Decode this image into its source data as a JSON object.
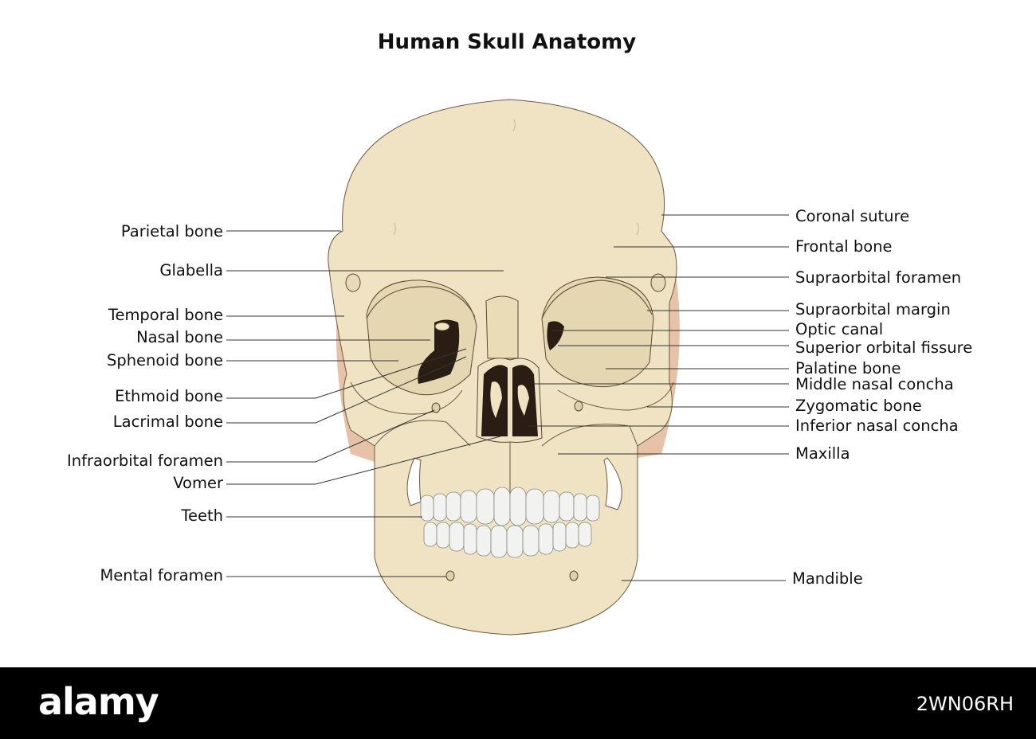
{
  "title": "Human Skull Anatomy",
  "labels_left": [
    {
      "id": "parietal-bone",
      "text": "Parietal bone"
    },
    {
      "id": "glabella",
      "text": "Glabella"
    },
    {
      "id": "temporal-bone",
      "text": "Temporal bone"
    },
    {
      "id": "nasal-bone",
      "text": "Nasal bone"
    },
    {
      "id": "sphenoid-bone",
      "text": "Sphenoid bone"
    },
    {
      "id": "ethmoid-bone",
      "text": "Ethmoid bone"
    },
    {
      "id": "lacrimal-bone",
      "text": "Lacrimal bone"
    },
    {
      "id": "infraorbital-foramen",
      "text": "Infraorbital foramen"
    },
    {
      "id": "vomer",
      "text": "Vomer"
    },
    {
      "id": "teeth",
      "text": "Teeth"
    },
    {
      "id": "mental-foramen",
      "text": "Mental foramen"
    }
  ],
  "labels_right": [
    {
      "id": "coronal-suture",
      "text": "Coronal suture"
    },
    {
      "id": "frontal-bone",
      "text": "Frontal bone"
    },
    {
      "id": "supraorbital-foramen",
      "text": "Supraorbital foramen"
    },
    {
      "id": "supraorbital-margin",
      "text": "Supraorbital margin"
    },
    {
      "id": "optic-canal",
      "text": "Optic canal"
    },
    {
      "id": "superior-orbital-fissure",
      "text": "Superior orbital fissure"
    },
    {
      "id": "palatine-bone",
      "text": "Palatine bone"
    },
    {
      "id": "middle-nasal-concha",
      "text": "Middle nasal concha"
    },
    {
      "id": "zygomatic-bone",
      "text": "Zygomatic bone"
    },
    {
      "id": "inferior-nasal-concha",
      "text": "Inferior nasal concha"
    },
    {
      "id": "maxilla",
      "text": "Maxilla"
    },
    {
      "id": "mandible",
      "text": "Mandible"
    }
  ],
  "footer": {
    "brand": "alamy",
    "image_id": "2WN06RH"
  },
  "colors": {
    "bone": "#efe3c4",
    "bone_shadow": "#e0d0a8",
    "temporal_shade": "#e6c3a8",
    "cavity": "#2a1d14",
    "teeth": "#f2f2f0",
    "leader_line": "#333333"
  }
}
